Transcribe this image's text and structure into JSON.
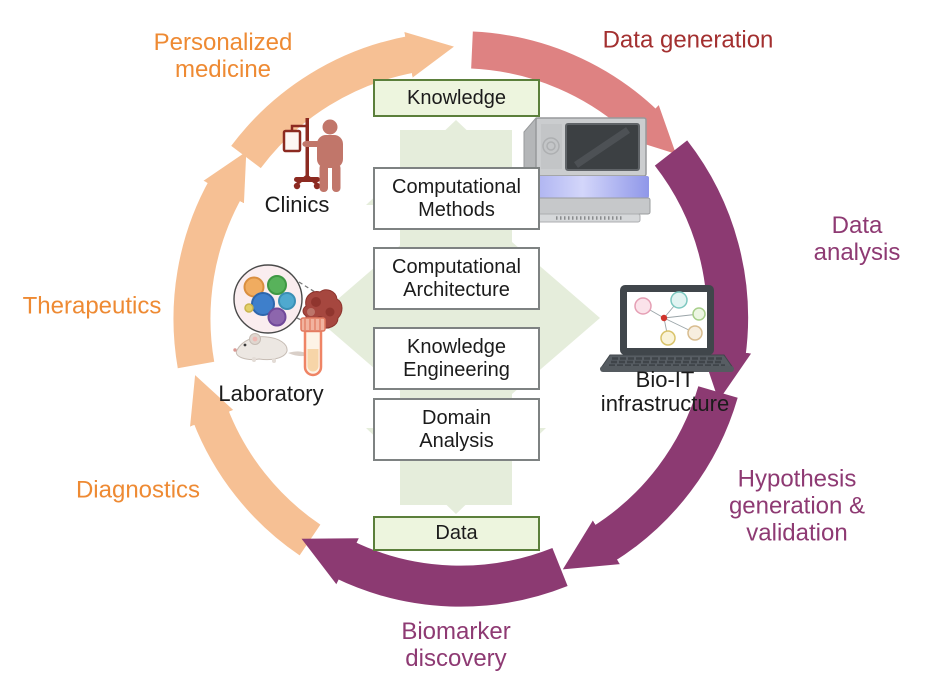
{
  "colors": {
    "orange_label": "#EE8A33",
    "orange_arrow": "#F6C094",
    "salmon_arrow": "#DE8282",
    "red_label": "#A33030",
    "purple_arrow": "#8C3A72",
    "purple_label": "#8E3A73",
    "pale_green_arrow": "#E5EDDB",
    "green_box_fill": "#EDF5DE",
    "green_box_border": "#5B7F3B",
    "gray_box_border": "#7E8282",
    "black_label": "#1B1B1B"
  },
  "cycle_labels": {
    "personalized_medicine": "Personalized\nmedicine",
    "data_generation": "Data generation",
    "data_analysis": "Data analysis",
    "hypothesis": "Hypothesis\ngeneration &\nvalidation",
    "biomarker": "Biomarker\ndiscovery",
    "diagnostics": "Diagnostics",
    "therapeutics": "Therapeutics"
  },
  "node_labels": {
    "clinics": "Clinics",
    "laboratory": "Laboratory",
    "bioit": "Bio-IT\ninfrastructure"
  },
  "stack": {
    "knowledge": "Knowledge",
    "computational_methods": "Computational\nMethods",
    "computational_architecture": "Computational\nArchitecture",
    "knowledge_engineering": "Knowledge\nEngineering",
    "domain_analysis": "Domain\nAnalysis",
    "data": "Data"
  },
  "icons": {
    "clinics": "iv-drip-patient-icon",
    "laboratory": "cells-tumor-mouse-testtube-icon",
    "sequencer": "dna-sequencer-icon",
    "bioit": "laptop-network-icon"
  }
}
